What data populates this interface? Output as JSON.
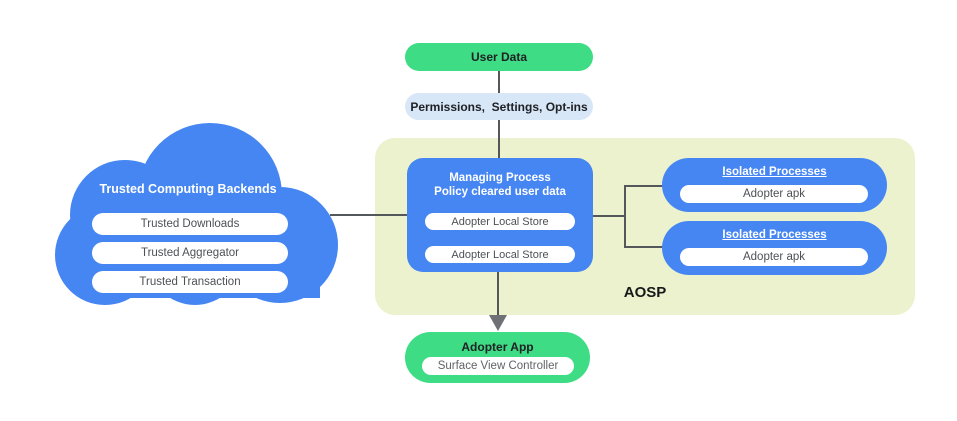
{
  "colors": {
    "blue": "#4686F3",
    "green": "#3EDC84",
    "light_blue": "#D7E7F8",
    "container_bg": "#ECF2CE",
    "line": "#55585B",
    "arrow": "#6E7277",
    "text_dark": "#202124",
    "text_gray": "#4D5156"
  },
  "flow": {
    "user_data_label": "User Data",
    "permissions_label": "Permissions,  Settings, Opt-ins",
    "adopter_app_label": "Adopter App",
    "adopter_app_pill": "Surface View Controller"
  },
  "cloud": {
    "title": "Trusted Computing Backends",
    "pills": [
      "Trusted Downloads",
      "Trusted Aggregator",
      "Trusted Transaction"
    ]
  },
  "aosp": {
    "label": "AOSP",
    "managing": {
      "title_line1": "Managing Process",
      "title_line2": "Policy cleared user data",
      "pills": [
        "Adopter Local Store",
        "Adopter Local Store"
      ]
    },
    "isolated": [
      {
        "title": "Isolated Processes",
        "pill": "Adopter apk"
      },
      {
        "title": "Isolated Processes",
        "pill": "Adopter apk"
      }
    ]
  }
}
